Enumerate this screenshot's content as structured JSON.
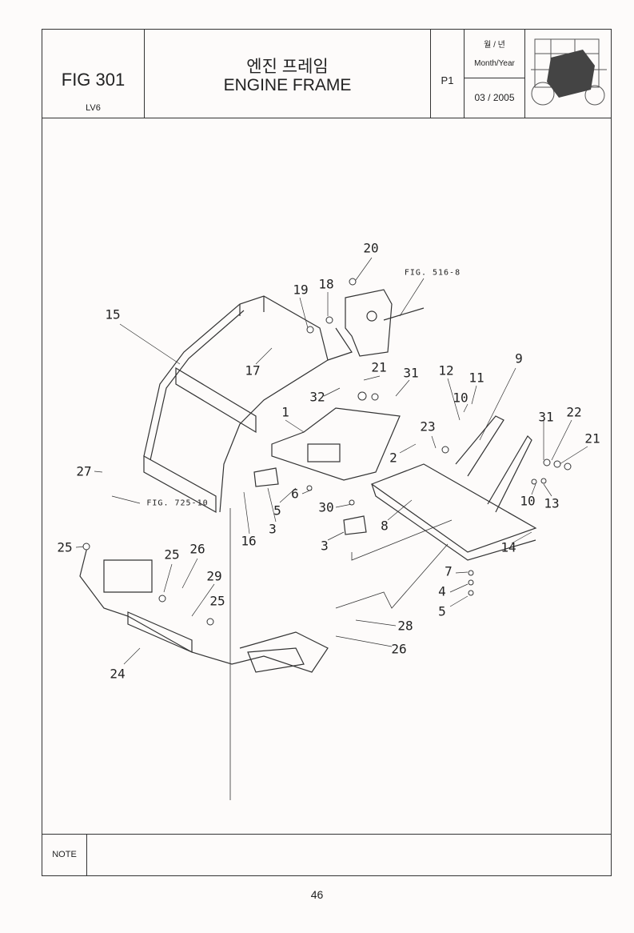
{
  "header": {
    "fig": "FIG 301",
    "model": "LV6",
    "title_ko": "엔진 프레임",
    "title_en": "ENGINE FRAME",
    "page": "P1",
    "date_label_ko": "월 / 년",
    "date_label_en": "Month/Year",
    "date": "03 / 2005"
  },
  "callouts": [
    "20",
    "FIG. 516-8",
    "19",
    "18",
    "15",
    "17",
    "21",
    "31",
    "12",
    "11",
    "9",
    "10",
    "32",
    "1",
    "23",
    "31",
    "22",
    "21",
    "2",
    "27",
    "FIG. 725-10",
    "6",
    "5",
    "30",
    "10",
    "13",
    "8",
    "3",
    "16",
    "3",
    "14",
    "25",
    "25",
    "26",
    "29",
    "7",
    "4",
    "25",
    "5",
    "28",
    "26",
    "24"
  ],
  "note_label": "NOTE",
  "page_number": "46"
}
